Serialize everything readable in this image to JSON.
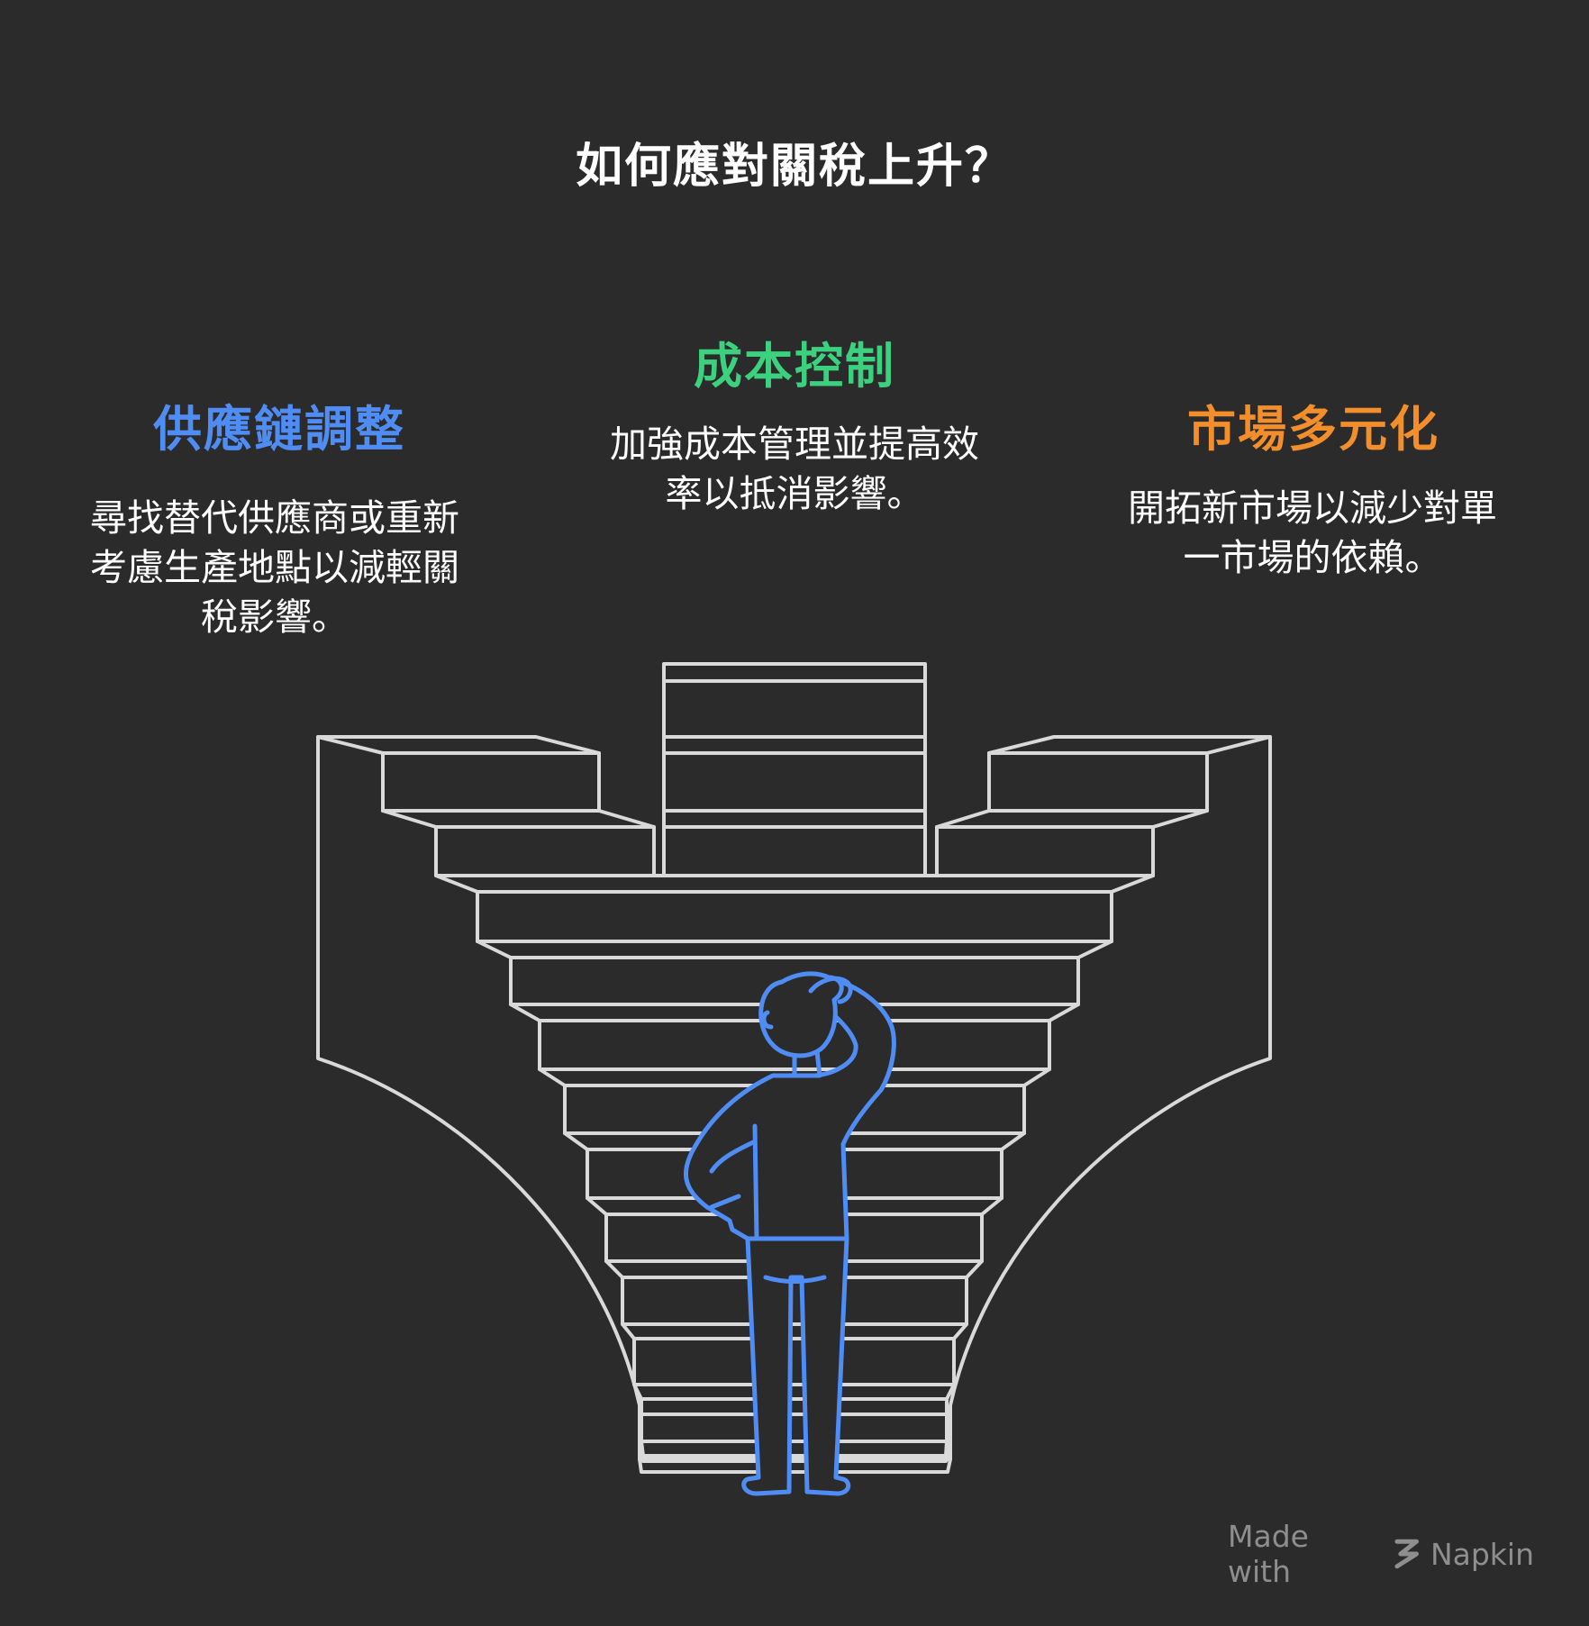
{
  "title": "如何應對關稅上升？",
  "strategies": [
    {
      "heading": "供應鏈調整",
      "lines": [
        "尋找替代供應商或重新",
        "考慮生產地點以減輕關",
        "稅影響。"
      ],
      "color": "#4f8df5"
    },
    {
      "heading": "成本控制",
      "lines": [
        "加強成本管理並提高效",
        "率以抵消影響。"
      ],
      "color": "#3cd17e"
    },
    {
      "heading": "市場多元化",
      "lines": [
        "開拓新市場以減少對單",
        "一市場的依賴。"
      ],
      "color": "#f28e2b"
    }
  ],
  "footer": {
    "made_with": "Made with",
    "brand": "Napkin"
  },
  "colors": {
    "background": "#2b2b2b",
    "stairs": "#d9d9d9",
    "person": "#4f8df5"
  },
  "icons": {
    "footer": "napkin-logo-icon"
  }
}
